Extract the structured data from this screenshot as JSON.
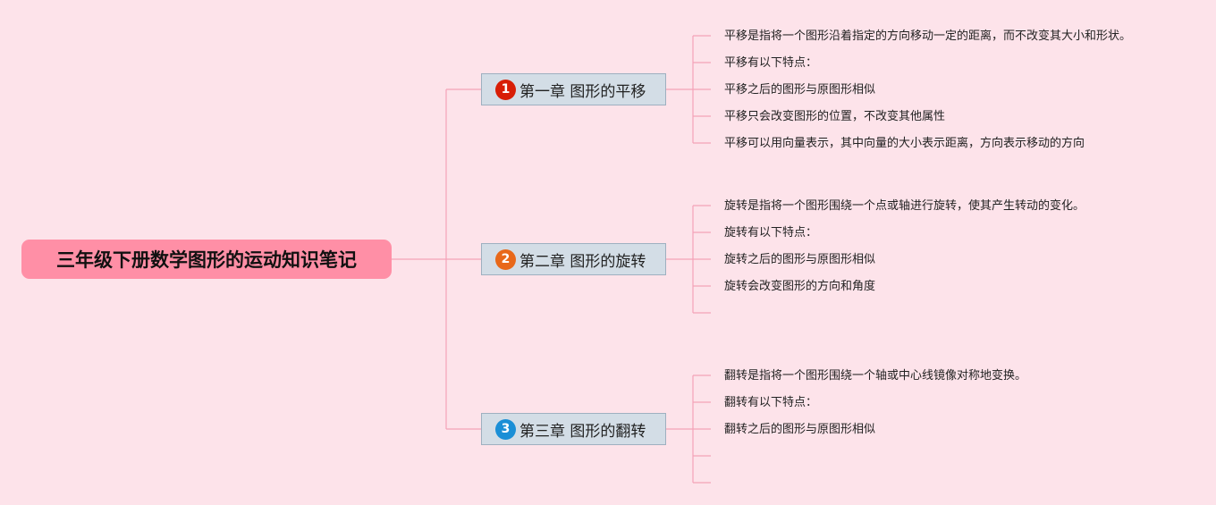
{
  "root": {
    "title": "三年级下册数学图形的运动知识笔记"
  },
  "colors": {
    "background": "#fde3ea",
    "root_fill": "#ff8fa6",
    "branch_fill": "#d3dde6",
    "connector": "#f4a3b8"
  },
  "chapters": [
    {
      "number": "1",
      "badge_color": "#d81e06",
      "title": "第一章 图形的平移",
      "notes": [
        "平移是指将一个图形沿着指定的方向移动一定的距离，而不改变其大小和形状。",
        "平移有以下特点：",
        "平移之后的图形与原图形相似",
        "平移只会改变图形的位置，不改变其他属性",
        "平移可以用向量表示，其中向量的大小表示距离，方向表示移动的方向"
      ]
    },
    {
      "number": "2",
      "badge_color": "#e8681a",
      "title": "第二章 图形的旋转",
      "notes": [
        "旋转是指将一个图形围绕一个点或轴进行旋转，使其产生转动的变化。",
        "旋转有以下特点：",
        "旋转之后的图形与原图形相似",
        "旋转会改变图形的方向和角度",
        ""
      ]
    },
    {
      "number": "3",
      "badge_color": "#1b8fd6",
      "title": "第三章 图形的翻转",
      "notes": [
        "翻转是指将一个图形围绕一个轴或中心线镜像对称地变换。",
        "翻转有以下特点：",
        "翻转之后的图形与原图形相似",
        "",
        ""
      ]
    }
  ]
}
